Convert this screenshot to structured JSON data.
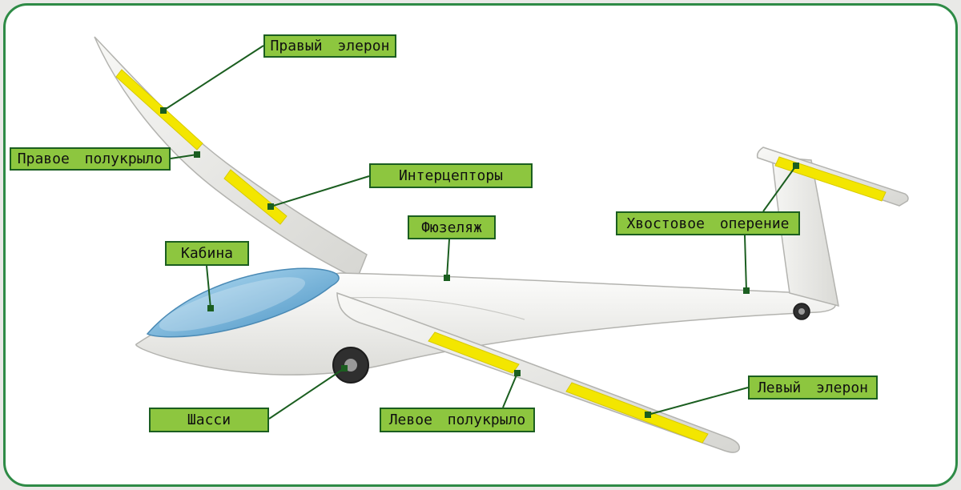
{
  "diagram": {
    "subject": "glider-parts-diagram",
    "labels": [
      {
        "id": "right-aileron",
        "text": "Правый элерон"
      },
      {
        "id": "right-halfwing",
        "text": "Правое полукрыло"
      },
      {
        "id": "interceptors",
        "text": "Интерцепторы"
      },
      {
        "id": "fuselage",
        "text": "Фюзеляж"
      },
      {
        "id": "tail-unit",
        "text": "Хвостовое оперение"
      },
      {
        "id": "cabin",
        "text": "Кабина"
      },
      {
        "id": "chassis",
        "text": "Шасси"
      },
      {
        "id": "left-halfwing",
        "text": "Левое полукрыло"
      },
      {
        "id": "left-aileron",
        "text": "Левый элерон"
      }
    ],
    "colors": {
      "label_fill": "#8dc63f",
      "label_border": "#1b5e20",
      "connector": "#1b5e20",
      "frame_border": "#2e8b46",
      "page_background": "#e9e9e7",
      "canvas_background": "#ffffff",
      "highlight_yellow": "#f3e600",
      "canopy_blue": "#5fa8d6",
      "glider_outline": "#b3b3af"
    }
  }
}
